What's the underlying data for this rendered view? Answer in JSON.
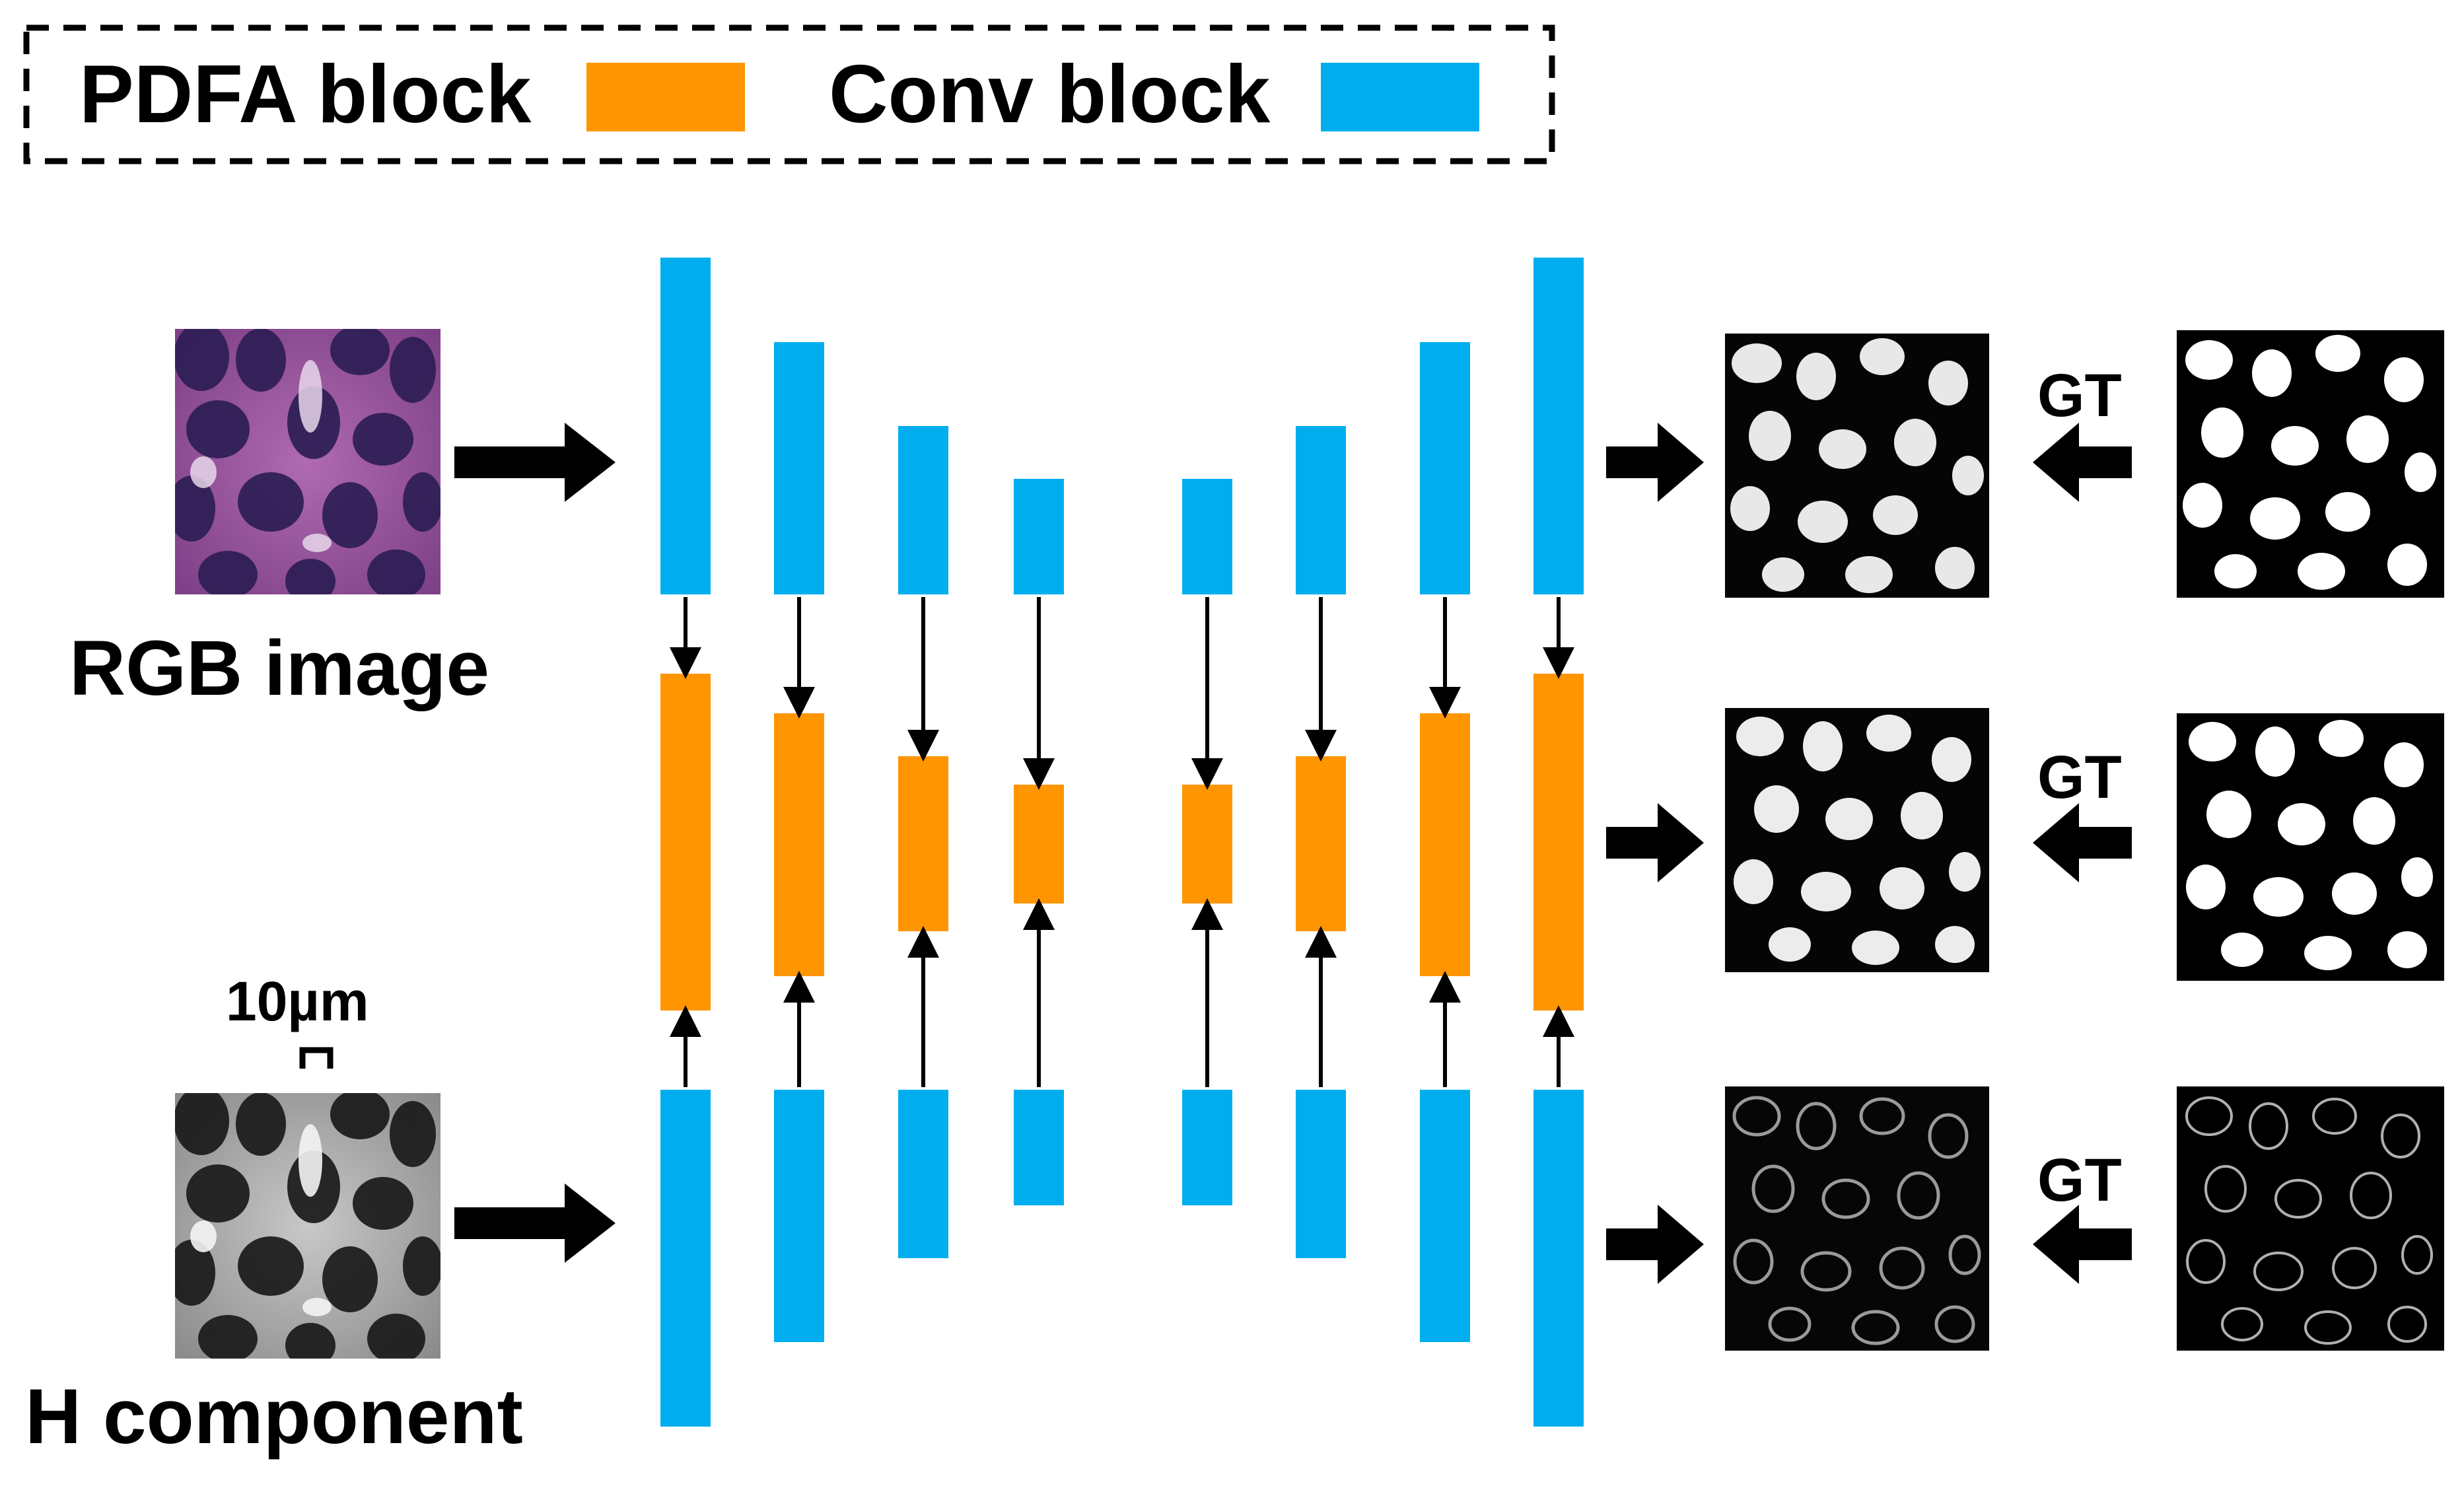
{
  "legend": {
    "pdfa_label": "PDFA block",
    "conv_label": "Conv block"
  },
  "colors": {
    "pdfa_block": "#ff9500",
    "conv_block": "#00aeef",
    "arrow": "#000000",
    "background": "#ffffff"
  },
  "inputs": {
    "rgb_label": "RGB image",
    "h_label": "H component",
    "scale_bar_label": "10µm"
  },
  "outputs": {
    "gt_labels": [
      "GT",
      "GT",
      "GT"
    ]
  },
  "icons": {
    "rgb_thumbnail": "histology-rgb-thumbnail",
    "h_thumbnail": "histology-h-component-thumbnail",
    "prediction_maps": [
      "nuclei-mask-icon",
      "nuclei-mask-icon",
      "nuclei-contour-icon"
    ],
    "gt_maps": [
      "nuclei-mask-icon",
      "nuclei-mask-icon",
      "nuclei-contour-icon"
    ]
  }
}
